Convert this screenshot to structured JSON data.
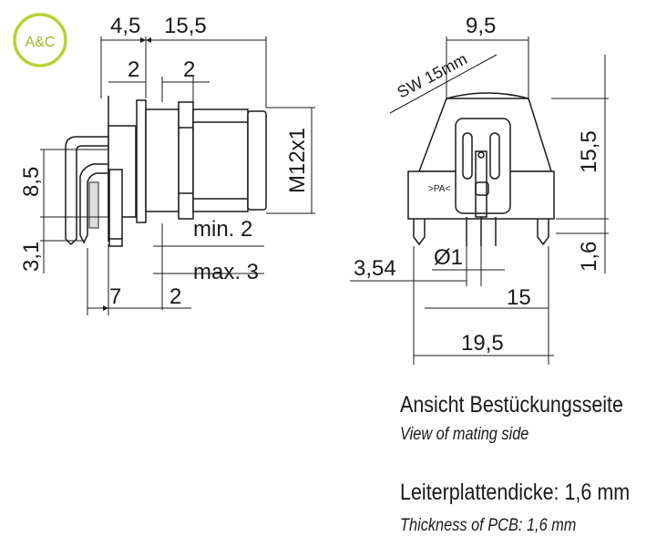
{
  "logo": {
    "text": "A&C",
    "color": "#b5d334"
  },
  "colors": {
    "line": "#1a1a1a",
    "hatch": "#666666"
  },
  "side_view": {
    "dim_top_left": "4,5",
    "dim_top_right": "15,5",
    "dim_gap_left": "2",
    "dim_gap_right": "2",
    "dim_height": "8,5",
    "dim_pin": "3,1",
    "dim_thread": "M12x1",
    "dim_min": "min. 2",
    "dim_max": "max. 3",
    "dim_bottom_left": "7",
    "dim_bottom_right": "2"
  },
  "front_view": {
    "dim_top": "9,5",
    "dim_wrench": "SW 15mm",
    "dim_height": "15,5",
    "dim_pitch": "3,54",
    "dim_pin_dia": "Ø1",
    "dim_pin_span": "15",
    "dim_board": "1,6",
    "dim_width": "19,5",
    "marking": ">PA<"
  },
  "captions": {
    "view_de": "Ansicht Bestückungsseite",
    "view_en": "View of mating side",
    "pcb_de": "Leiterplattendicke: 1,6 mm",
    "pcb_en": "Thickness of PCB: 1,6 mm"
  }
}
